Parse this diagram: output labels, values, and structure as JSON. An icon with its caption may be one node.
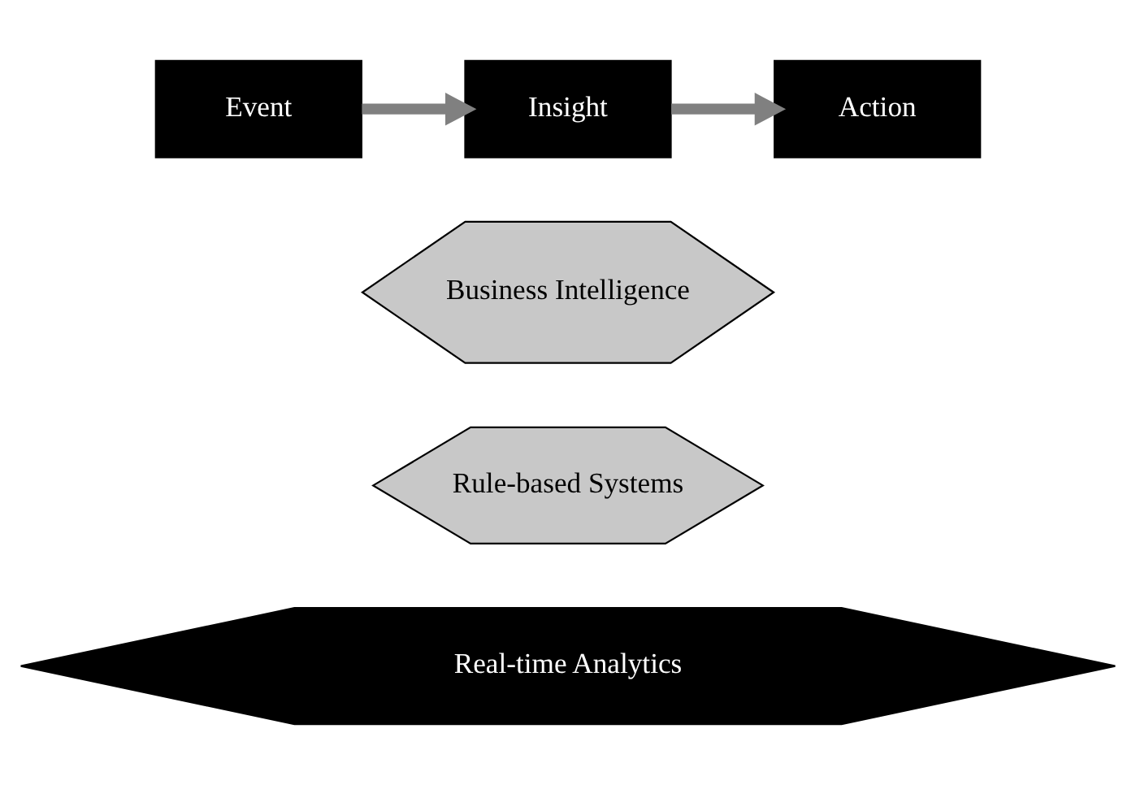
{
  "diagram": {
    "nodes": [
      {
        "text": [
          "Event"
        ]
      },
      {
        "text": [
          "Insight"
        ]
      },
      {
        "text": [
          "Action"
        ]
      },
      {
        "text": [
          "Business Intelligence"
        ]
      },
      {
        "text": [
          "Rule-based Systems"
        ]
      },
      {
        "text": [
          "Real-time Analytics"
        ]
      }
    ],
    "edges": [
      {
        "from": 0,
        "to": 1,
        "arrow": "to"
      },
      {
        "from": 1,
        "to": 2,
        "arrow": "to"
      }
    ]
  }
}
